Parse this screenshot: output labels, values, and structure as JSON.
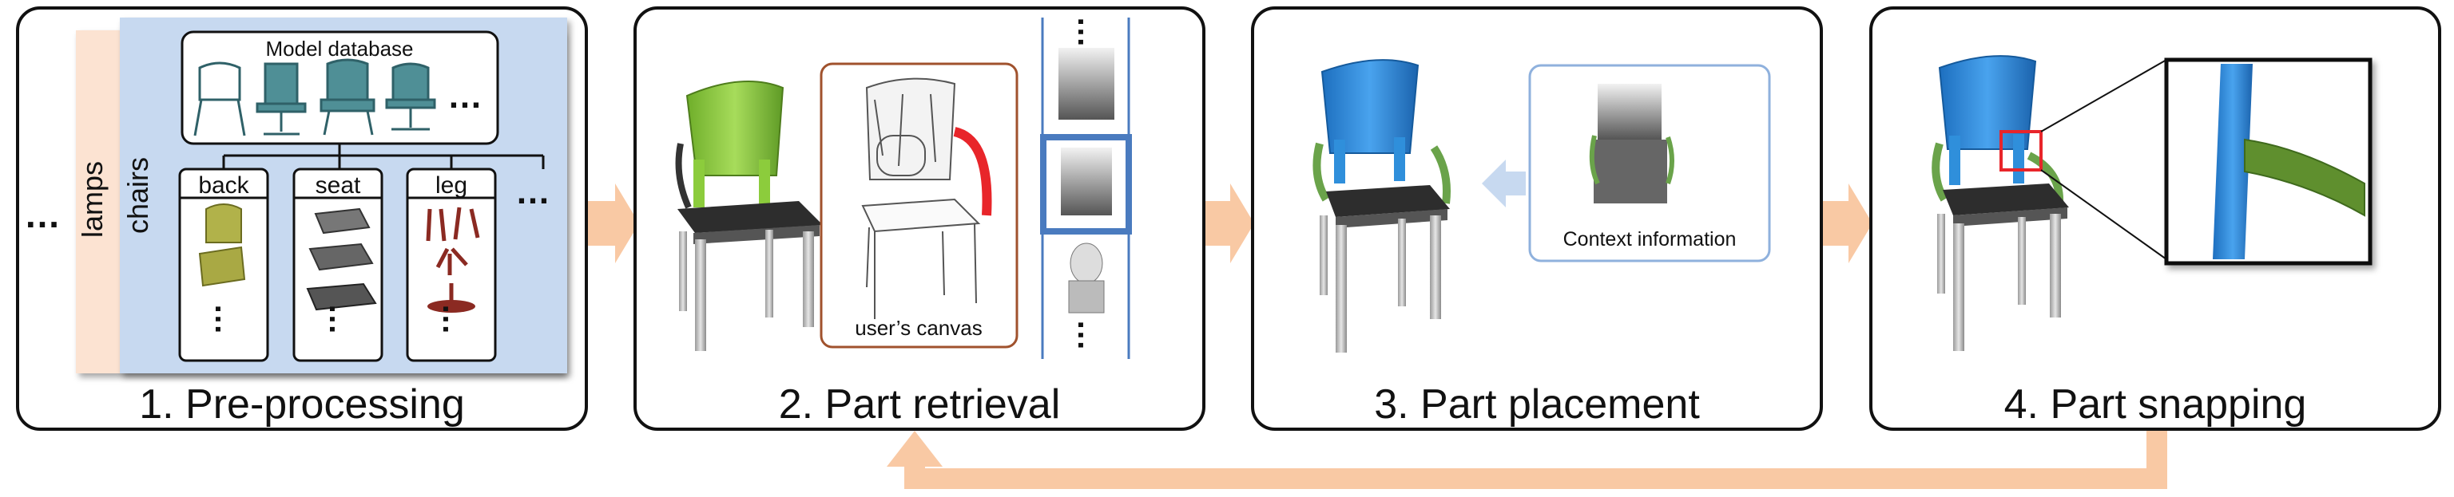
{
  "stages": [
    {
      "title": "1. Pre-processing"
    },
    {
      "title": "2. Part retrieval"
    },
    {
      "title": "3. Part placement"
    },
    {
      "title": "4. Part snapping"
    }
  ],
  "preprocessing": {
    "database_label": "Model database",
    "categories": [
      "chairs",
      "lamps"
    ],
    "parts": [
      "back",
      "seat",
      "leg"
    ],
    "ellipsis": "…"
  },
  "retrieval": {
    "canvas_label": "user’s canvas"
  },
  "placement": {
    "context_label": "Context information"
  },
  "colors": {
    "database_bg": "#c7d9f0",
    "lamps_bg": "#fce3d2",
    "arrow": "#f9c9a4",
    "canvas_border": "#a0522d",
    "selection_border": "#4a7bbf",
    "back_part": "#8ccc3c",
    "back_placed": "#2f8fdb",
    "armrest": "#6aa34a",
    "seat": "#2d2d2d",
    "leg": "#c9c9c9",
    "highlight": "#e8252a"
  }
}
